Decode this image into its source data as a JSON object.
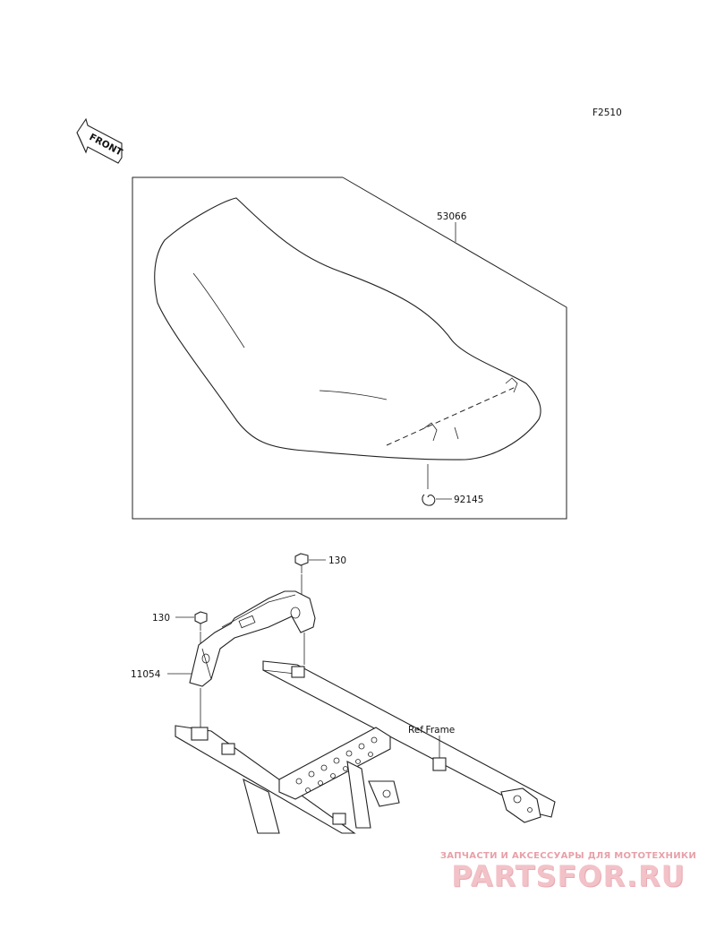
{
  "diagram_code": "F2510",
  "front_label": "FRONT",
  "callouts": {
    "seat": "53066",
    "hook": "92145",
    "bolt_right": "130",
    "bolt_left": "130",
    "bracket": "11054",
    "frame": "Ref.Frame"
  },
  "watermark": {
    "tagline": "ЗАПЧАСТИ И АКСЕССУАРЫ ДЛЯ МОТОТЕХНИКИ",
    "logo": "PARTSFOR.RU"
  }
}
